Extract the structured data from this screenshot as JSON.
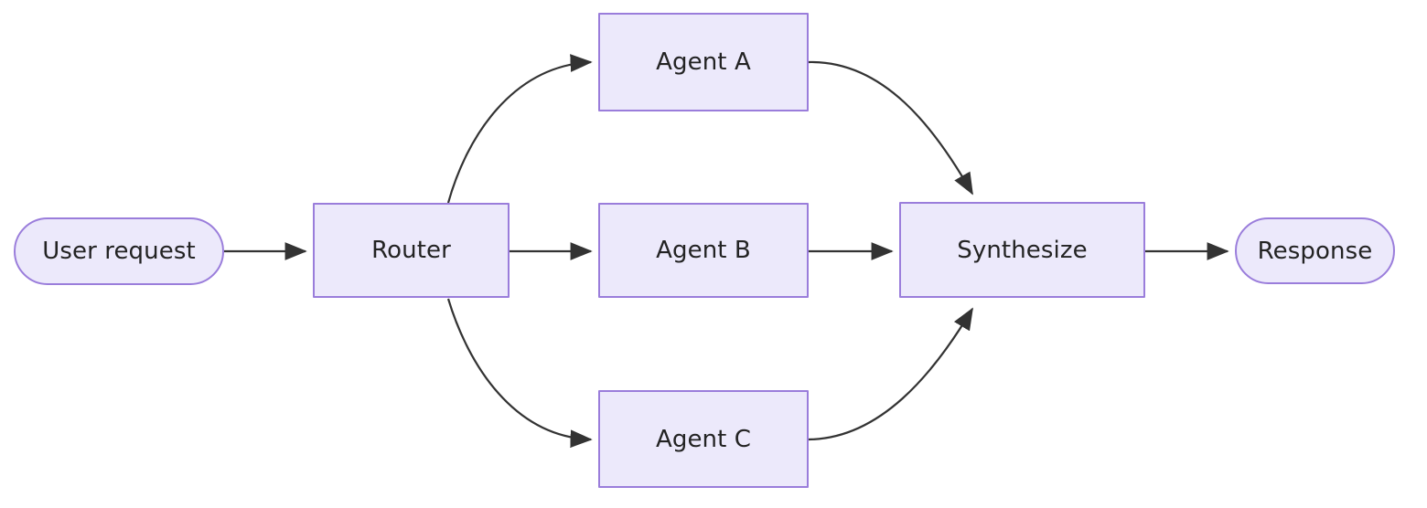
{
  "diagram": {
    "type": "flowchart",
    "direction": "left-to-right",
    "background_color": "#ffffff",
    "node_fill_color": "#ece9fb",
    "node_stroke_color": "#9a7ddb",
    "node_text_color": "#232323",
    "edge_color": "#333333",
    "nodes": [
      {
        "id": "user-request",
        "label": "User request",
        "shape": "stadium"
      },
      {
        "id": "router",
        "label": "Router",
        "shape": "rectangle"
      },
      {
        "id": "agent-a",
        "label": "Agent A",
        "shape": "rectangle"
      },
      {
        "id": "agent-b",
        "label": "Agent B",
        "shape": "rectangle"
      },
      {
        "id": "agent-c",
        "label": "Agent C",
        "shape": "rectangle"
      },
      {
        "id": "synthesize",
        "label": "Synthesize",
        "shape": "rectangle"
      },
      {
        "id": "response",
        "label": "Response",
        "shape": "stadium"
      }
    ],
    "edges": [
      {
        "from": "user-request",
        "to": "router",
        "label": "",
        "style": "straight-arrow"
      },
      {
        "from": "router",
        "to": "agent-a",
        "label": "",
        "style": "curved-arrow"
      },
      {
        "from": "router",
        "to": "agent-b",
        "label": "",
        "style": "straight-arrow"
      },
      {
        "from": "router",
        "to": "agent-c",
        "label": "",
        "style": "curved-arrow"
      },
      {
        "from": "agent-a",
        "to": "synthesize",
        "label": "",
        "style": "curved-arrow"
      },
      {
        "from": "agent-b",
        "to": "synthesize",
        "label": "",
        "style": "straight-arrow"
      },
      {
        "from": "agent-c",
        "to": "synthesize",
        "label": "",
        "style": "curved-arrow"
      },
      {
        "from": "synthesize",
        "to": "response",
        "label": "",
        "style": "straight-arrow"
      }
    ]
  }
}
